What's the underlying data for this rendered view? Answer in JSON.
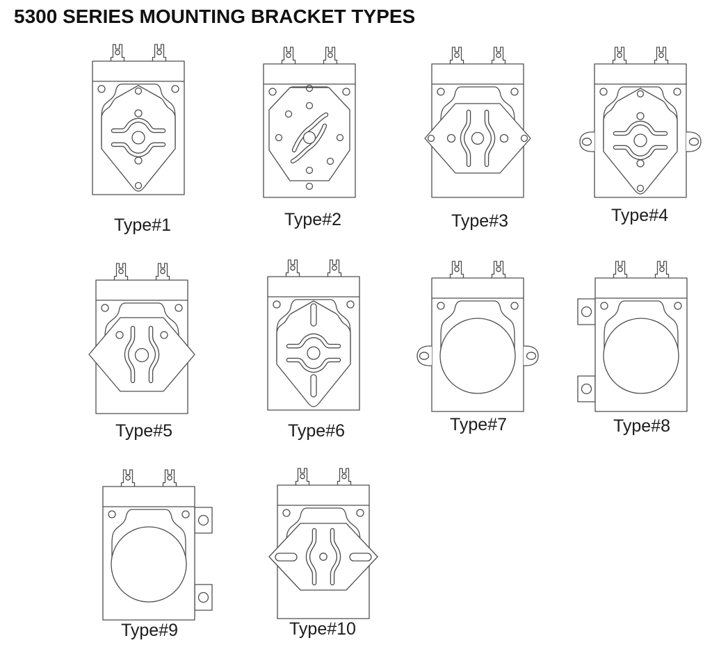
{
  "title": "5300 SERIES MOUNTING BRACKET TYPES",
  "figures": [
    {
      "label": "Type#1"
    },
    {
      "label": "Type#2"
    },
    {
      "label": "Type#3"
    },
    {
      "label": "Type#4"
    },
    {
      "label": "Type#5"
    },
    {
      "label": "Type#6"
    },
    {
      "label": "Type#7"
    },
    {
      "label": "Type#8"
    },
    {
      "label": "Type#9"
    },
    {
      "label": "Type#10"
    }
  ]
}
